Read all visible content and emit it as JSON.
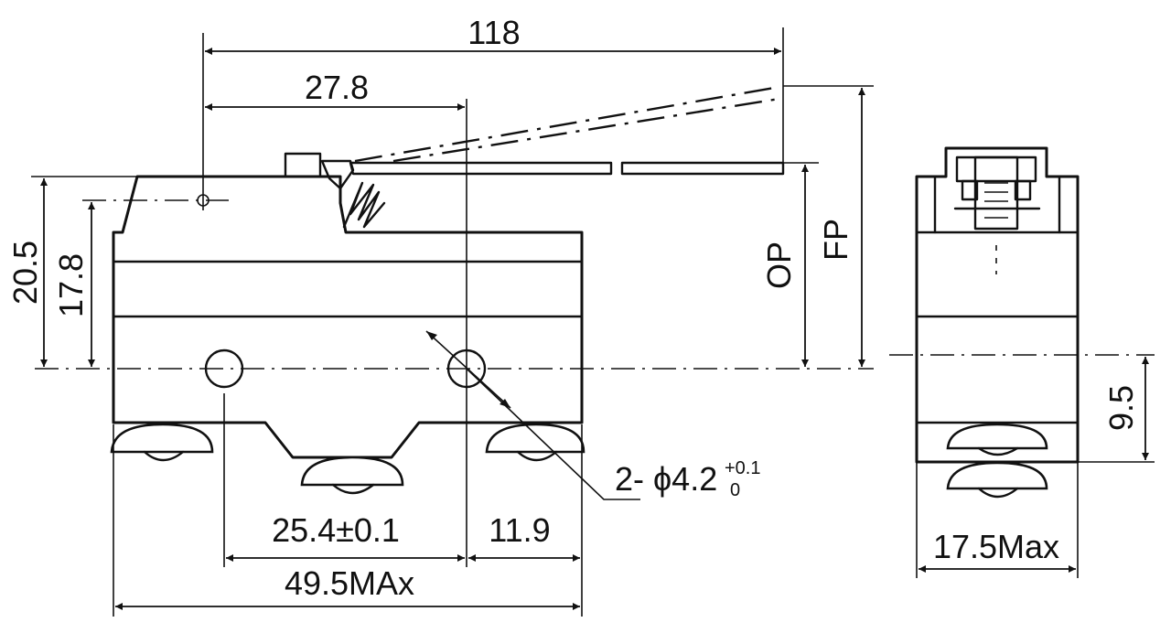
{
  "dimensions": {
    "overall_length": "118",
    "lever_pivot": "27.8",
    "height_total": "20.5",
    "height_body": "17.8",
    "op": "OP",
    "fp": "FP",
    "terminal_pitch": "25.4±0.1",
    "terminal_offset": "11.9",
    "body_length": "49.5MAx",
    "width_max": "17.5Max",
    "side_height": "9.5",
    "hole_prefix": "2- ϕ4.2",
    "hole_tol_upper": "+0.1",
    "hole_tol_lower": "0"
  }
}
